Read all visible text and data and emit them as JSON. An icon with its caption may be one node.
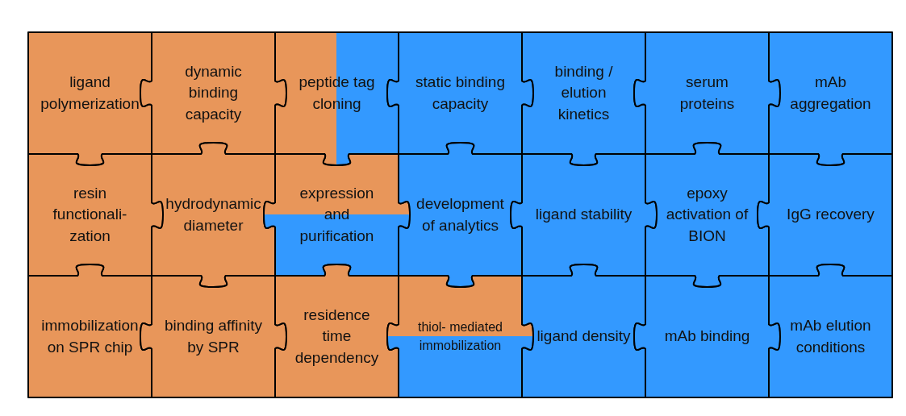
{
  "diagram": {
    "nodes": [
      {
        "text": [
          "ligand polymerization"
        ]
      },
      {
        "text": [
          "dynamic binding capacity"
        ]
      },
      {
        "text": [
          "peptide tag cloning"
        ]
      },
      {
        "text": [
          "static binding capacity"
        ]
      },
      {
        "text": [
          "binding / elution kinetics"
        ]
      },
      {
        "text": [
          "serum proteins"
        ]
      },
      {
        "text": [
          "mAb aggregation"
        ]
      },
      {
        "text": [
          "resin functionali- zation"
        ]
      },
      {
        "text": [
          "hydrodynamic diameter"
        ]
      },
      {
        "text": [
          "expression and purification"
        ]
      },
      {
        "text": [
          "development of analytics"
        ]
      },
      {
        "text": [
          "ligand stability"
        ]
      },
      {
        "text": [
          "epoxy activation of BION"
        ]
      },
      {
        "text": [
          "IgG recovery"
        ]
      },
      {
        "text": [
          "immobilization on SPR chip"
        ]
      },
      {
        "text": [
          "binding affinity by SPR"
        ]
      },
      {
        "text": [
          "residence time dependency"
        ]
      },
      {
        "text": [
          "thiol- mediated immobilization"
        ]
      },
      {
        "text": [
          "ligand density"
        ]
      },
      {
        "text": [
          "mAb binding"
        ]
      },
      {
        "text": [
          "mAb elution conditions"
        ]
      }
    ]
  }
}
